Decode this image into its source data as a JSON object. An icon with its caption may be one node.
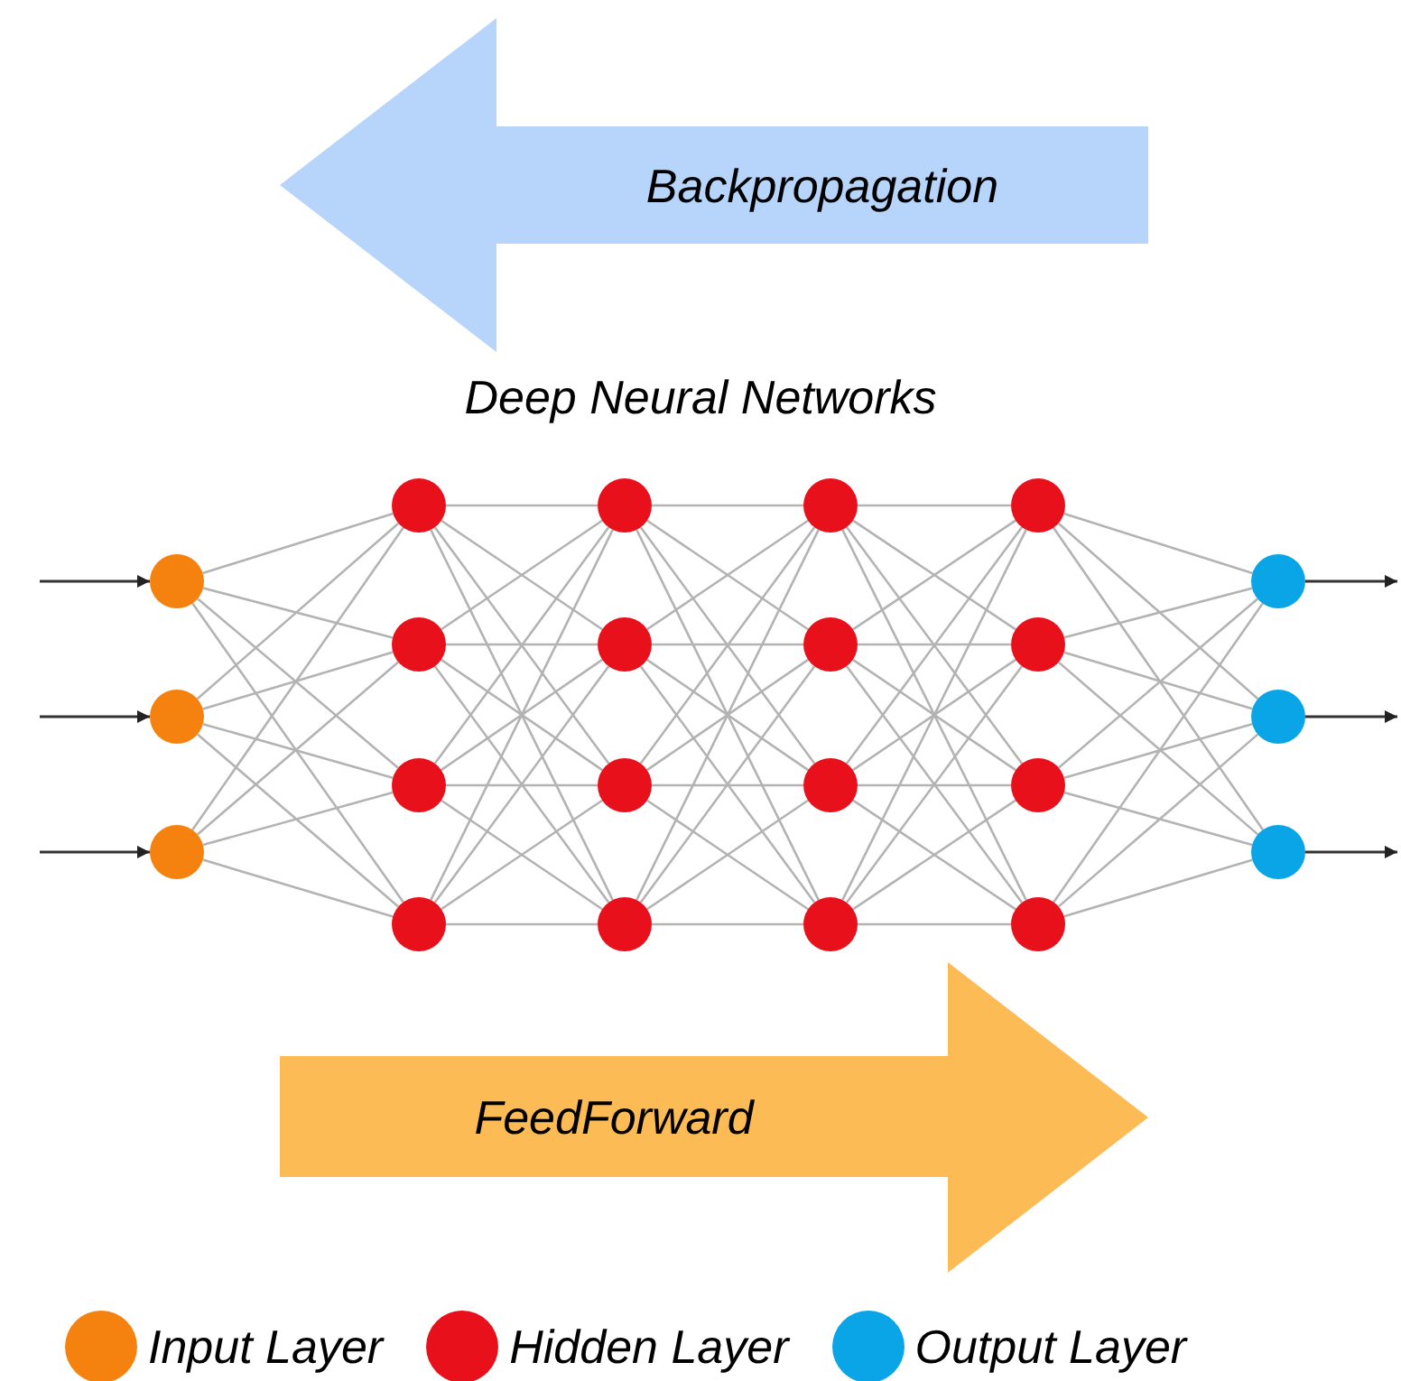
{
  "diagram": {
    "title": "Deep Neural Networks",
    "nodes": [
      {
        "text": [
          "Backpropagation"
        ]
      },
      {
        "text": [],
        "shape": "circle"
      },
      {
        "text": [],
        "shape": "circle"
      },
      {
        "text": [],
        "shape": "circle"
      },
      {
        "text": [],
        "shape": "circle"
      },
      {
        "text": [],
        "shape": "circle"
      },
      {
        "text": [],
        "shape": "circle"
      },
      {
        "text": [],
        "shape": "circle"
      },
      {
        "text": [],
        "shape": "circle"
      },
      {
        "text": [],
        "shape": "circle"
      },
      {
        "text": [],
        "shape": "circle"
      },
      {
        "text": [],
        "shape": "circle"
      },
      {
        "text": [],
        "shape": "circle"
      },
      {
        "text": [],
        "shape": "circle"
      },
      {
        "text": [],
        "shape": "circle"
      },
      {
        "text": [],
        "shape": "circle"
      },
      {
        "text": [],
        "shape": "circle"
      },
      {
        "text": [],
        "shape": "circle"
      },
      {
        "text": [],
        "shape": "circle"
      },
      {
        "text": [],
        "shape": "circle"
      },
      {
        "text": [],
        "shape": "circle"
      },
      {
        "text": [],
        "shape": "circle"
      },
      {
        "text": [],
        "shape": "circle"
      },
      {
        "text": [
          "FeedForward"
        ]
      }
    ],
    "edges": [
      {
        "from": null,
        "to": 1,
        "arrow": "to",
        "color": "#333333"
      },
      {
        "from": null,
        "to": 2,
        "arrow": "to",
        "color": "#333333"
      },
      {
        "from": null,
        "to": 3,
        "arrow": "to",
        "color": "#333333"
      },
      {
        "from": 1,
        "to": 4,
        "arrow": "none"
      },
      {
        "from": 1,
        "to": 5,
        "arrow": "none"
      },
      {
        "from": 1,
        "to": 6,
        "arrow": "none"
      },
      {
        "from": 1,
        "to": 7,
        "arrow": "none"
      },
      {
        "from": 2,
        "to": 4,
        "arrow": "none"
      },
      {
        "from": 2,
        "to": 5,
        "arrow": "none"
      },
      {
        "from": 2,
        "to": 6,
        "arrow": "none"
      },
      {
        "from": 2,
        "to": 7,
        "arrow": "none"
      },
      {
        "from": 3,
        "to": 4,
        "arrow": "none"
      },
      {
        "from": 3,
        "to": 5,
        "arrow": "none"
      },
      {
        "from": 3,
        "to": 6,
        "arrow": "none"
      },
      {
        "from": 3,
        "to": 7,
        "arrow": "none"
      },
      {
        "from": 4,
        "to": 8,
        "arrow": "none"
      },
      {
        "from": 4,
        "to": 9,
        "arrow": "none"
      },
      {
        "from": 4,
        "to": 10,
        "arrow": "none"
      },
      {
        "from": 4,
        "to": 11,
        "arrow": "none"
      },
      {
        "from": 5,
        "to": 8,
        "arrow": "none"
      },
      {
        "from": 5,
        "to": 9,
        "arrow": "none"
      },
      {
        "from": 5,
        "to": 10,
        "arrow": "none"
      },
      {
        "from": 5,
        "to": 11,
        "arrow": "none"
      },
      {
        "from": 6,
        "to": 8,
        "arrow": "none"
      },
      {
        "from": 6,
        "to": 9,
        "arrow": "none"
      },
      {
        "from": 6,
        "to": 10,
        "arrow": "none"
      },
      {
        "from": 6,
        "to": 11,
        "arrow": "none"
      },
      {
        "from": 7,
        "to": 8,
        "arrow": "none"
      },
      {
        "from": 7,
        "to": 9,
        "arrow": "none"
      },
      {
        "from": 7,
        "to": 10,
        "arrow": "none"
      },
      {
        "from": 7,
        "to": 11,
        "arrow": "none"
      },
      {
        "from": 8,
        "to": 12,
        "arrow": "none"
      },
      {
        "from": 8,
        "to": 13,
        "arrow": "none"
      },
      {
        "from": 8,
        "to": 14,
        "arrow": "none"
      },
      {
        "from": 8,
        "to": 15,
        "arrow": "none"
      },
      {
        "from": 9,
        "to": 12,
        "arrow": "none"
      },
      {
        "from": 9,
        "to": 13,
        "arrow": "none"
      },
      {
        "from": 9,
        "to": 14,
        "arrow": "none"
      },
      {
        "from": 9,
        "to": 15,
        "arrow": "none"
      },
      {
        "from": 10,
        "to": 12,
        "arrow": "none"
      },
      {
        "from": 10,
        "to": 13,
        "arrow": "none"
      },
      {
        "from": 10,
        "to": 14,
        "arrow": "none"
      },
      {
        "from": 10,
        "to": 15,
        "arrow": "none"
      },
      {
        "from": 11,
        "to": 12,
        "arrow": "none"
      },
      {
        "from": 11,
        "to": 13,
        "arrow": "none"
      },
      {
        "from": 11,
        "to": 14,
        "arrow": "none"
      },
      {
        "from": 11,
        "to": 15,
        "arrow": "none"
      },
      {
        "from": 12,
        "to": 16,
        "arrow": "none"
      },
      {
        "from": 12,
        "to": 17,
        "arrow": "none"
      },
      {
        "from": 12,
        "to": 18,
        "arrow": "none"
      },
      {
        "from": 12,
        "to": 19,
        "arrow": "none"
      },
      {
        "from": 13,
        "to": 16,
        "arrow": "none"
      },
      {
        "from": 13,
        "to": 17,
        "arrow": "none"
      },
      {
        "from": 13,
        "to": 18,
        "arrow": "none"
      },
      {
        "from": 13,
        "to": 19,
        "arrow": "none"
      },
      {
        "from": 14,
        "to": 16,
        "arrow": "none"
      },
      {
        "from": 14,
        "to": 17,
        "arrow": "none"
      },
      {
        "from": 14,
        "to": 18,
        "arrow": "none"
      },
      {
        "from": 14,
        "to": 19,
        "arrow": "none"
      },
      {
        "from": 15,
        "to": 16,
        "arrow": "none"
      },
      {
        "from": 15,
        "to": 17,
        "arrow": "none"
      },
      {
        "from": 15,
        "to": 18,
        "arrow": "none"
      },
      {
        "from": 15,
        "to": 19,
        "arrow": "none"
      },
      {
        "from": 16,
        "to": 20,
        "arrow": "none"
      },
      {
        "from": 16,
        "to": 21,
        "arrow": "none"
      },
      {
        "from": 16,
        "to": 22,
        "arrow": "none"
      },
      {
        "from": 17,
        "to": 20,
        "arrow": "none"
      },
      {
        "from": 17,
        "to": 21,
        "arrow": "none"
      },
      {
        "from": 17,
        "to": 22,
        "arrow": "none"
      },
      {
        "from": 18,
        "to": 20,
        "arrow": "none"
      },
      {
        "from": 18,
        "to": 21,
        "arrow": "none"
      },
      {
        "from": 18,
        "to": 22,
        "arrow": "none"
      },
      {
        "from": 19,
        "to": 20,
        "arrow": "none"
      },
      {
        "from": 19,
        "to": 21,
        "arrow": "none"
      },
      {
        "from": 19,
        "to": 22,
        "arrow": "none"
      },
      {
        "from": 20,
        "to": null,
        "arrow": "to",
        "color": "#333333"
      },
      {
        "from": 21,
        "to": null,
        "arrow": "to",
        "color": "#333333"
      },
      {
        "from": 22,
        "to": null,
        "arrow": "to",
        "color": "#333333"
      }
    ],
    "legend": [
      {
        "text": "Input Layer",
        "color": "#f5820f"
      },
      {
        "text": "Hidden Layer",
        "color": "#e8101a"
      },
      {
        "text": "Output Layer",
        "color": "#0aa5e6"
      }
    ]
  }
}
